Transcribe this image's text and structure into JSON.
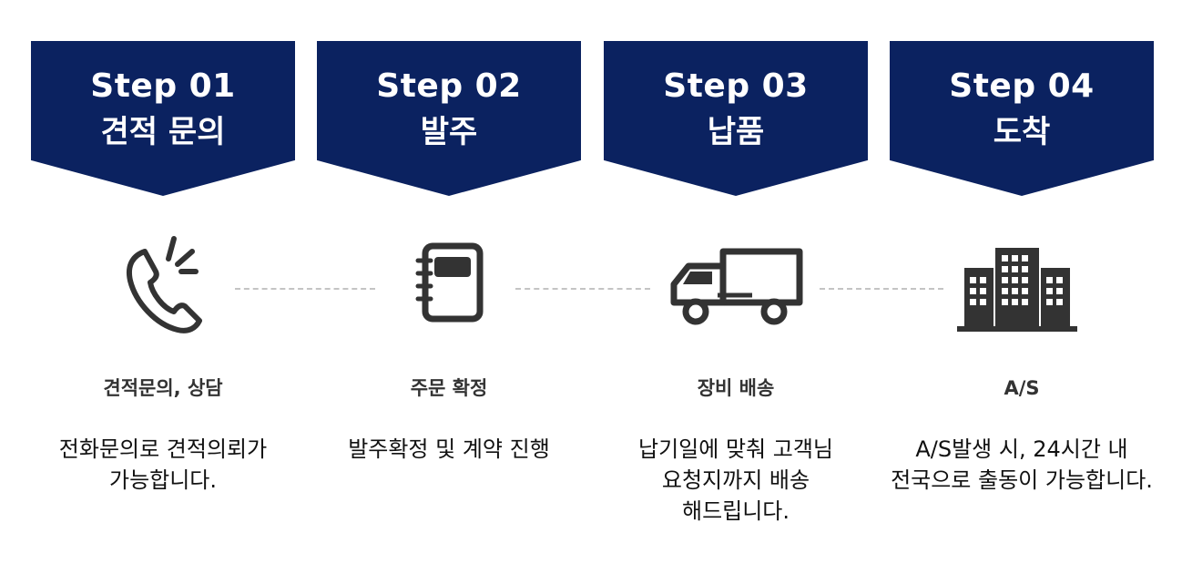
{
  "colors": {
    "banner": "#0b2260",
    "banner_text": "#ffffff",
    "icon": "#333333",
    "connector": "#c4c4c4"
  },
  "steps": [
    {
      "step": "Step 01",
      "title": "견적 문의",
      "icon": "phone-icon",
      "subtitle": "견적문의, 상담",
      "description": [
        "전화문의로 견적의뢰가",
        "가능합니다."
      ]
    },
    {
      "step": "Step 02",
      "title": "발주",
      "icon": "notebook-icon",
      "subtitle": "주문 확정",
      "description": [
        "발주확정 및 계약 진행"
      ]
    },
    {
      "step": "Step 03",
      "title": "납품",
      "icon": "truck-icon",
      "subtitle": "장비 배송",
      "description": [
        "납기일에 맞춰 고객님",
        "요청지까지 배송",
        "해드립니다."
      ]
    },
    {
      "step": "Step 04",
      "title": "도착",
      "icon": "building-icon",
      "subtitle": "A/S",
      "description": [
        "A/S발생 시, 24시간 내",
        "전국으로 출동이 가능합니다."
      ]
    }
  ]
}
